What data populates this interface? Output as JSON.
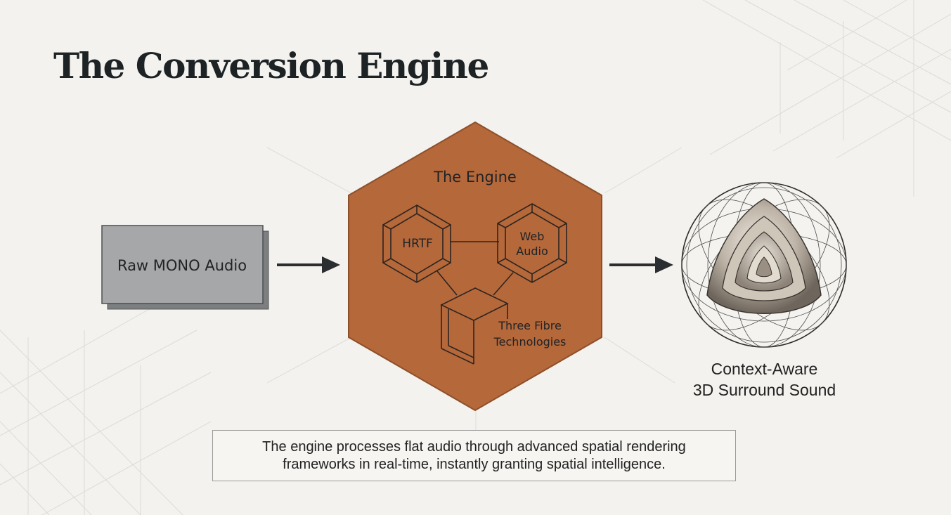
{
  "slide": {
    "title": "The Conversion Engine"
  },
  "diagram": {
    "input": {
      "label": "Raw MONO Audio"
    },
    "engine": {
      "title": "The Engine",
      "components": {
        "hrtf": {
          "label": "HRTF"
        },
        "web_audio": {
          "label_lines": [
            "Web",
            "Audio"
          ]
        },
        "three_fibre": {
          "label_lines": [
            "Three Fibre",
            "Technologies"
          ]
        }
      }
    },
    "output": {
      "label_lines": [
        "Context-Aware",
        "3D Surround Sound"
      ]
    }
  },
  "caption": {
    "lines": [
      "The engine processes flat audio through advanced spatial rendering",
      "frameworks in real-time, instantly granting spatial intelligence."
    ]
  },
  "colors": {
    "engine_fill": "#b5683a",
    "engine_border": "#8d4f2a",
    "input_fill": "#a6a7a8",
    "input_shadow": "#7c7e80",
    "arrow": "#2a2e31",
    "background": "#f3f2ee"
  },
  "icons": {
    "hrtf": "hexagonal-prism-icon",
    "web_audio": "hexagonal-prism-icon",
    "three_fibre": "cube-icon",
    "output": "nested-spheres-icon"
  }
}
